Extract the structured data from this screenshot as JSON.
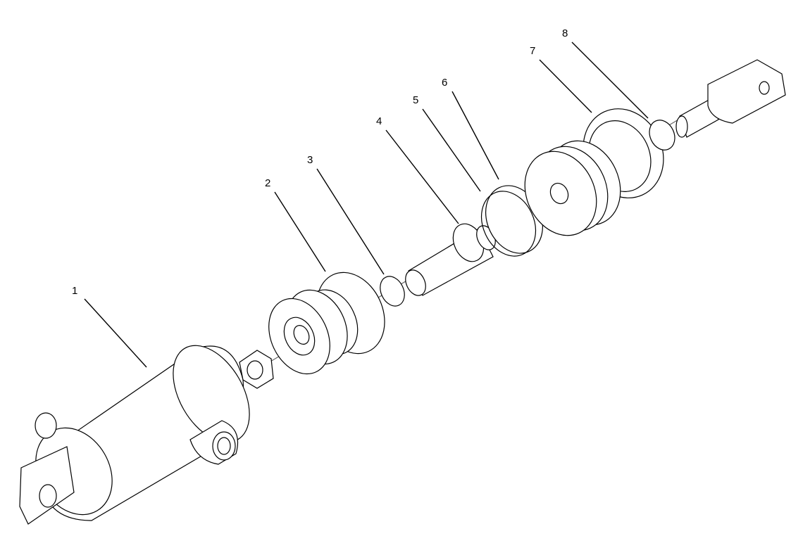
{
  "callouts": [
    {
      "number": "1"
    },
    {
      "number": "2"
    },
    {
      "number": "3"
    },
    {
      "number": "4"
    },
    {
      "number": "5"
    },
    {
      "number": "6"
    },
    {
      "number": "7"
    },
    {
      "number": "8"
    }
  ],
  "colors": {
    "line": "#000000",
    "background": "#ffffff"
  }
}
